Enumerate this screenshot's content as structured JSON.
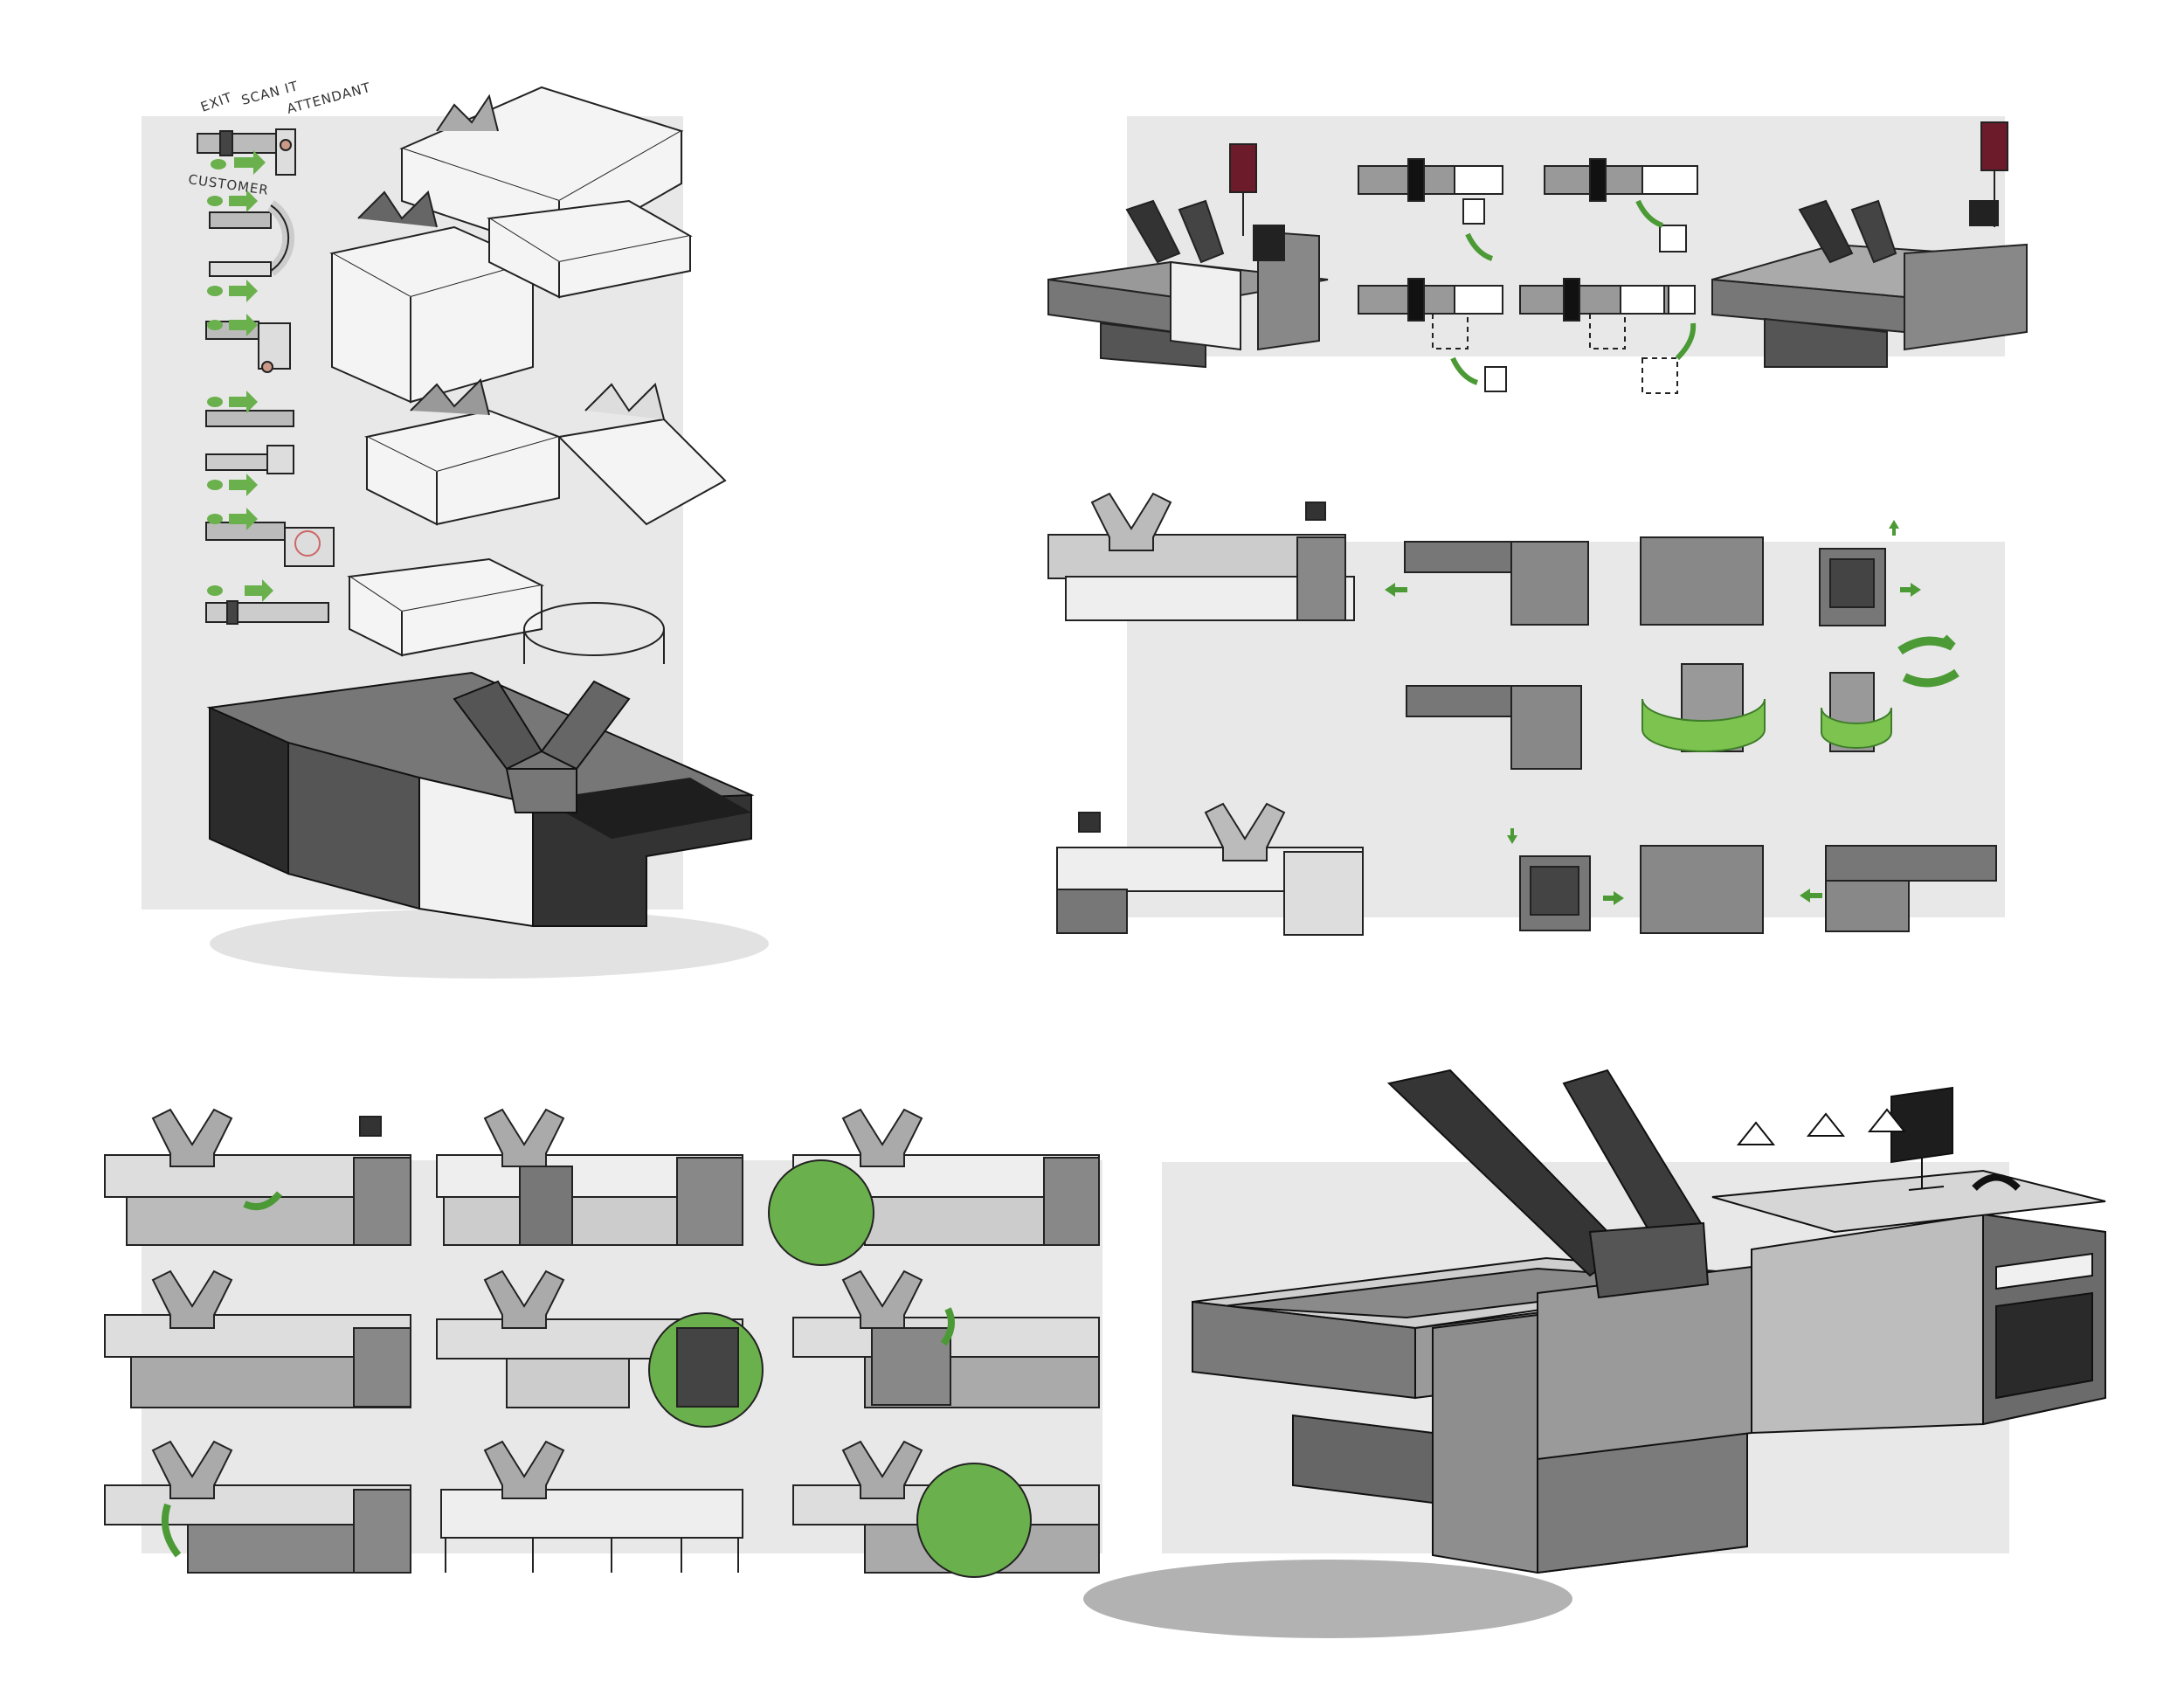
{
  "colors": {
    "accent_green": "#6ab04c",
    "dark_green": "#3f7d2a",
    "panel_bg": "#e8e8e8",
    "marker_dark": "#3c3c3c",
    "marker_mid": "#8a8a8a",
    "marker_light": "#d4d4d4",
    "ink": "#222222"
  },
  "concept_sketches": {
    "flow_labels": {
      "exit": "EXIT",
      "scan": "SCAN IT",
      "attendant": "ATTENDANT",
      "customer": "CUSTOMER"
    }
  },
  "icons": [
    "y-scanner-icon",
    "bagging-basket-icon",
    "monitor-icon",
    "green-arrow-icon",
    "rotate-arrow-icon",
    "card-reader-icon"
  ]
}
